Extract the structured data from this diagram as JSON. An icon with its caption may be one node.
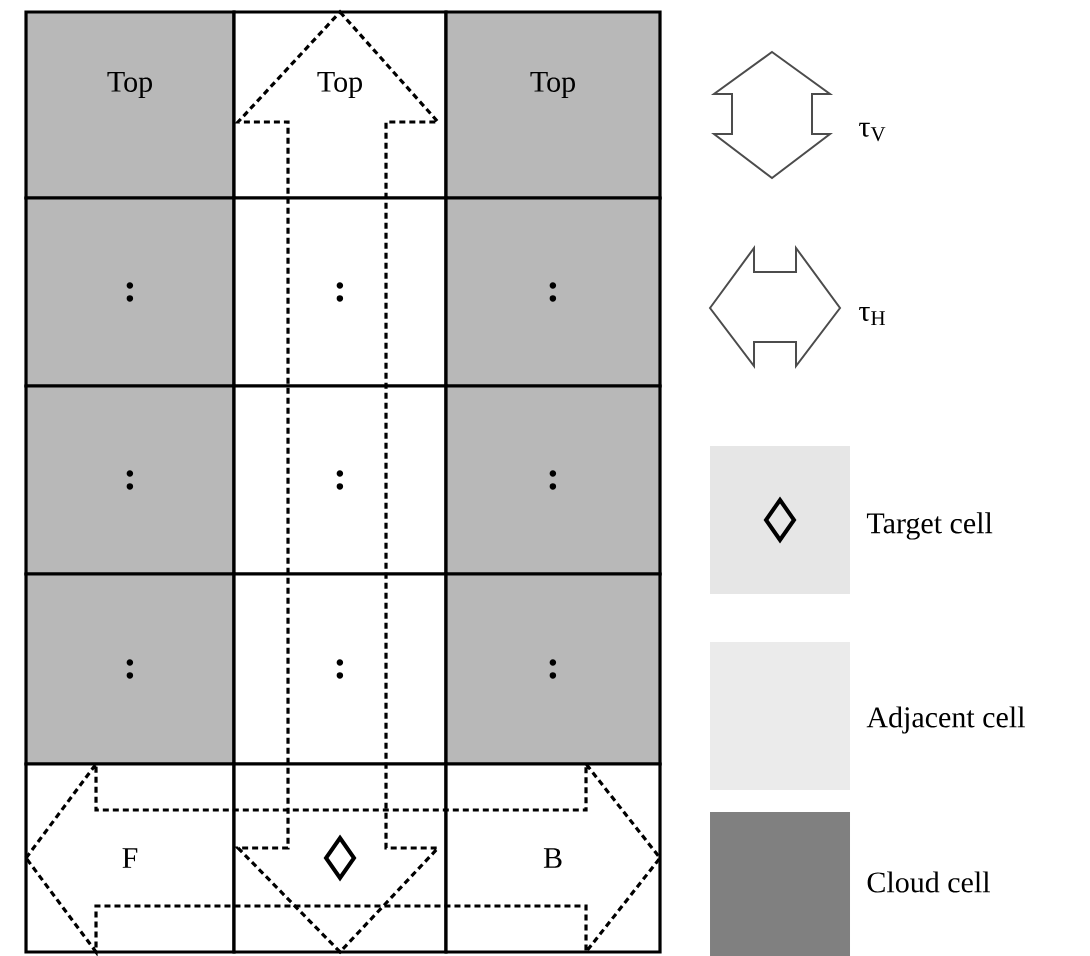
{
  "diagram": {
    "nodes": [
      {
        "text": [
          "Top"
        ]
      },
      {
        "text": [
          "Top"
        ]
      },
      {
        "text": [
          "Top"
        ]
      },
      {
        "text": [
          ":"
        ]
      },
      {
        "text": [
          ":"
        ]
      },
      {
        "text": [
          ":"
        ]
      },
      {
        "text": [
          ":"
        ]
      },
      {
        "text": [
          ":"
        ]
      },
      {
        "text": [
          ":"
        ]
      },
      {
        "text": [
          ":"
        ]
      },
      {
        "text": [
          ":"
        ]
      },
      {
        "text": [
          ":"
        ]
      },
      {
        "text": [
          "F"
        ]
      },
      {
        "text": [],
        "shape": "box"
      },
      {
        "text": [
          "B"
        ]
      }
    ],
    "legend": [
      {
        "text": "τ$_{V}$"
      },
      {
        "text": "τ$_{H}$"
      },
      {
        "text": "Target cell",
        "color": "#e6e6e6"
      },
      {
        "text": "Adjacent cell",
        "color": "#ebebeb"
      },
      {
        "text": "Cloud cell",
        "color": "#808080"
      }
    ]
  }
}
